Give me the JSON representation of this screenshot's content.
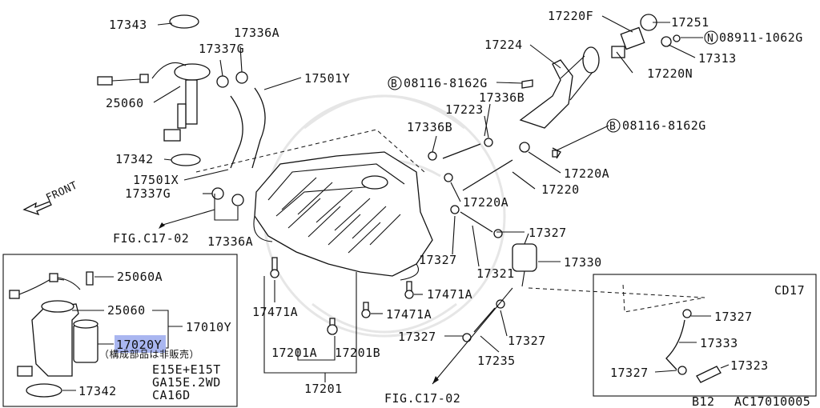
{
  "labels": {
    "p17343": "17343",
    "p17336A_top": "17336A",
    "p17337G_top": "17337G",
    "p17501Y": "17501Y",
    "p25060_main": "25060",
    "p17342_main": "17342",
    "p17501X": "17501X",
    "p17337G_bot": "17337G",
    "p17336A_bot": "17336A",
    "front": "FRONT",
    "fig_left": "FIG.C17-02",
    "p17220F": "17220F",
    "p17251": "17251",
    "p08911": "08911-1062G",
    "p17224": "17224",
    "p17313": "17313",
    "p17220N": "17220N",
    "p08116_top": "08116-8162G",
    "p17336B_a": "17336B",
    "p17223": "17223",
    "p17336B_b": "17336B",
    "p08116_right": "08116-8162G",
    "p17220A_right": "17220A",
    "p17220": "17220",
    "p17220A_mid": "17220A",
    "p17327_a": "17327",
    "p17327_b": "17327",
    "p17321": "17321",
    "p17330": "17330",
    "p17471A_a": "17471A",
    "p17471A_b": "17471A",
    "p17471A_c": "17471A",
    "p17327_c": "17327",
    "p17327_d": "17327",
    "p17235": "17235",
    "p17201A": "17201A",
    "p17201B": "17201B",
    "p17201": "17201",
    "fig_bottom": "FIG.C17-02",
    "p25060A": "25060A",
    "p25060_inset": "25060",
    "p17010Y": "17010Y",
    "p17020Y": "17020Y",
    "note_jp": "（構成部品は非販売）",
    "engines_1": "E15E+E15T",
    "engines_2": "GA15E.2WD",
    "engines_3": "CA16D",
    "p17342_inset": "17342",
    "cd17": "CD17",
    "p17327_r1": "17327",
    "p17333": "17333",
    "p17327_r2": "17327",
    "p17323": "17323",
    "page_code": "B12",
    "diagram_code": "AC17010005"
  },
  "circled": {
    "n": "N",
    "b1": "B",
    "b2": "B"
  },
  "colors": {
    "highlight": "#a9b6f0",
    "ink": "#111111"
  }
}
